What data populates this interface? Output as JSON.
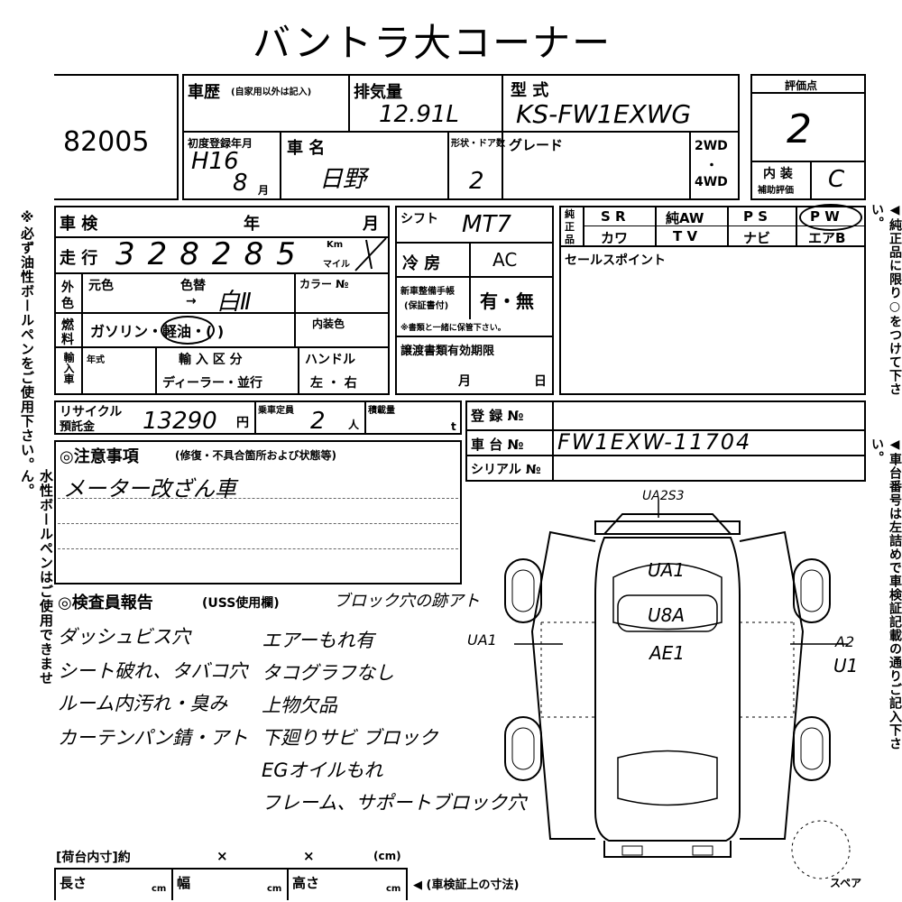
{
  "title": "バントラ大コーナー",
  "lot_no": "82005",
  "header": {
    "history_label": "車歴",
    "history_note": "(自家用以外は記入)",
    "displacement_label": "排気量",
    "displacement_value": "12.91L",
    "model_label": "型 式",
    "model_value": "KS-FW1EXWG",
    "score_label": "評価点",
    "score_value": "2",
    "first_reg_label": "初度登録年月",
    "first_reg_year": "H16",
    "first_reg_month": "8",
    "month_unit": "月",
    "car_name_label": "車 名",
    "car_name_value": "日野",
    "doors_label": "形状・ドア数",
    "doors_value": "2",
    "grade_label": "グレード",
    "drive_2wd": "2WD",
    "drive_dot": "・",
    "drive_4wd": "4WD",
    "interior_label": "内 装",
    "interior_sub": "補助評価",
    "interior_value": "C"
  },
  "inspection": {
    "shaken_label": "車 検",
    "year_unit": "年",
    "month_unit": "月",
    "shift_label": "シフト",
    "shift_value": "MT7",
    "mileage_label": "走 行",
    "mileage_value": "328285",
    "km_label": "Km",
    "mile_label": "マイル",
    "aircon_label": "冷 房",
    "aircon_value": "AC",
    "color_label_outer": "外",
    "color_label_inner": "色",
    "orig_color_label": "元色",
    "color_name_label": "色替",
    "color_value": "白Ⅱ",
    "color_no_label": "カラー №",
    "warranty_label": "新車整備手帳",
    "warranty_sub": "(保証書付)",
    "warranty_value": "有・無",
    "warranty_note": "※書類と一緒に保管下さい。",
    "fuel_label_1": "燃",
    "fuel_label_2": "料",
    "fuel_value": "ガソリン・軽油・(  )",
    "interior_color_label": "内装色",
    "import_label": "輸入車",
    "model_year_label": "年式",
    "import_class_label": "輸 入 区 分",
    "import_class_value": "ディーラー・並行",
    "handle_label": "ハンドル",
    "handle_value": "左 ・ 右",
    "transfer_doc_label": "譲渡書類有効期限",
    "day_unit": "日",
    "recycle_label": "リサイクル",
    "recycle_sub": "預託金",
    "recycle_value": "13290",
    "yen_unit": "円",
    "capacity_label": "乗車定員",
    "capacity_value": "2",
    "person_unit": "人",
    "load_label": "積載量",
    "ton_unit": "t"
  },
  "equipment": {
    "genuine_label_1": "純",
    "genuine_label_2": "正",
    "genuine_label_3": "品",
    "row1": [
      "S R",
      "純AW",
      "P S",
      "P W"
    ],
    "row2": [
      "カワ",
      "T V",
      "ナビ",
      "エアB"
    ],
    "sales_point_label": "セールスポイント"
  },
  "registration": {
    "reg_no_label": "登 録 №",
    "chassis_label": "車 台 №",
    "chassis_value": "FW1EXW-11704",
    "serial_label": "シリアル №"
  },
  "notes": {
    "label": "◎注意事項",
    "sub": "(修復・不具合箇所および状態等)",
    "line1": "メーター改ざん車"
  },
  "inspector": {
    "label": "◎検査員報告",
    "sub": "(USS使用欄)",
    "head_note": "ブロック穴の跡アト",
    "left_items": [
      "ダッシュビス穴",
      "シート破れ、タバコ穴",
      "ルーム内汚れ・臭み",
      "カーテンパン錆・アト"
    ],
    "right_items": [
      "エアーもれ有",
      "タコグラフなし",
      "上物欠品",
      "下廻りサビ ブロック",
      "EGオイルもれ",
      "フレーム、サポートブロック穴"
    ]
  },
  "diagram": {
    "top_mark": "UA2S3",
    "roof_mark": "UA1",
    "mid_mark": "U8A",
    "rear_mark": "AE1",
    "left_mark": "UA1",
    "right_mark_1": "A2",
    "right_mark_2": "U1",
    "spare_label": "スペア"
  },
  "bed": {
    "inner_label": "[荷台内寸]約",
    "times1": "×",
    "times2": "×",
    "cm_paren": "(cm)",
    "length_label": "長さ",
    "width_label": "幅",
    "height_label": "高さ",
    "cm": "cm",
    "cert_note": "◀ (車検証上の寸法)"
  },
  "side_notes": {
    "left_1": "※必ず油性ボールペンをご使用下さい。",
    "left_2": "水性ボールペンはご使用できません。",
    "right_1": "◀純正品に限り○をつけて下さい。",
    "right_2": "◀車台番号は左詰めで車検証記載の通りご記入下さい。"
  }
}
